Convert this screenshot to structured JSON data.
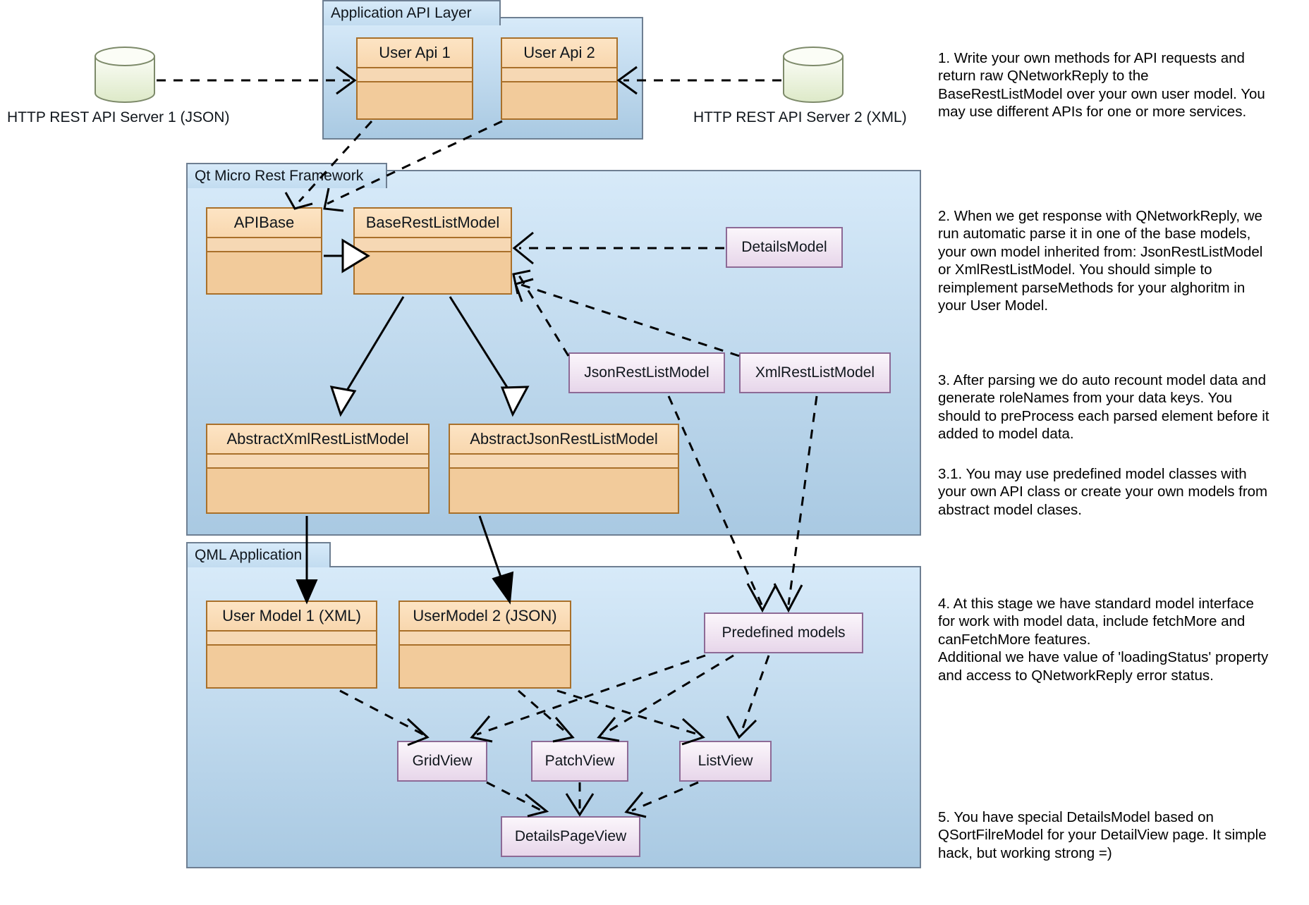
{
  "packages": [
    {
      "name": "Application API Layer"
    },
    {
      "name": "Qt Micro Rest Framework"
    },
    {
      "name": "QML Application"
    }
  ],
  "servers": [
    {
      "label": "HTTP REST API Server 1 (JSON)",
      "icon": "database-cylinder-icon"
    },
    {
      "label": "HTTP REST API Server 2 (XML)",
      "icon": "database-cylinder-icon"
    }
  ],
  "api_layer": {
    "classes": [
      {
        "name": "User Api 1"
      },
      {
        "name": "User Api 2"
      }
    ]
  },
  "framework": {
    "classes": [
      {
        "name": "APIBase"
      },
      {
        "name": "BaseRestListModel"
      },
      {
        "name": "AbstractXmlRestListModel"
      },
      {
        "name": "AbstractJsonRestListModel"
      }
    ],
    "boxes": [
      {
        "name": "DetailsModel"
      },
      {
        "name": "JsonRestListModel"
      },
      {
        "name": "XmlRestListModel"
      }
    ]
  },
  "qml": {
    "classes": [
      {
        "name": "User Model 1 (XML)"
      },
      {
        "name": "UserModel 2 (JSON)"
      }
    ],
    "boxes": [
      {
        "name": "Predefined models"
      },
      {
        "name": "GridView"
      },
      {
        "name": "PatchView"
      },
      {
        "name": "ListView"
      },
      {
        "name": "DetailsPageView"
      }
    ]
  },
  "notes": [
    {
      "id": "note-1",
      "text": "1. Write your own methods for API requests and return raw QNetworkReply to the BaseRestListModel over your own user model. You may use different APIs for one or more services."
    },
    {
      "id": "note-2",
      "text": "2. When we get response with QNetworkReply, we run automatic parse it in one of the base models, your own model inherited from: JsonRestListModel or XmlRestListModel. You should simple to reimplement parseMethods for your alghoritm in your User Model."
    },
    {
      "id": "note-3",
      "text": "3. After parsing we do auto recount model data and generate roleNames from your data keys. You should to preProcess each parsed element before it added to model data."
    },
    {
      "id": "note-3-1",
      "text": "3.1. You may use predefined model classes with your own API class or create your own models from abstract model clases."
    },
    {
      "id": "note-4",
      "text": "4. At this stage we have standard model interface for work with model data, include fetchMore and canFetchMore features.\nAdditional we have value of 'loadingStatus' property and access to QNetworkReply error status."
    },
    {
      "id": "note-5",
      "text": "5. You have special DetailsModel based on QSortFilreModel for your DetailView page. It simple hack, but working strong =)"
    }
  ],
  "colors": {
    "package_border": "#6e7f92",
    "package_fill_top": "#d7eaf9",
    "package_fill_bottom": "#a9c9e2",
    "uml_border": "#a9702a",
    "uml_fill": "#f2cb9b",
    "pbox_border": "#8d6a96",
    "pbox_fill": "#e7d6ea",
    "db_border": "#7d8a6a",
    "db_fill": "#eaf2dc",
    "edge": "#000000"
  }
}
